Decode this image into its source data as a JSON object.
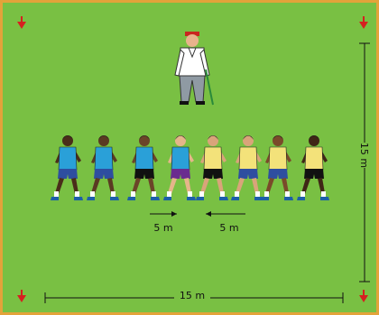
{
  "field": {
    "background_color": "#79c043",
    "border_color": "#e3a33a"
  },
  "dimensions": {
    "width_label": "15 m",
    "height_label": "15 m",
    "left_gap_label": "5 m",
    "right_gap_label": "5 m"
  },
  "icons": {
    "cone": "cone-icon",
    "coach": "coach-figure",
    "player": "player-figure"
  },
  "players": [
    {
      "shirt": "#2aa0d8",
      "shorts": "#2e4ea0",
      "skin": "#4a2d1a",
      "hair": "#1a1a1a"
    },
    {
      "shirt": "#2aa0d8",
      "shorts": "#2e4ea0",
      "skin": "#5a3a22",
      "hair": "#1a1a1a"
    },
    {
      "shirt": "#2aa0d8",
      "shorts": "#111111",
      "skin": "#6b4428",
      "hair": "#1a1a1a"
    },
    {
      "shirt": "#2aa0d8",
      "shorts": "#6a2c8f",
      "skin": "#e5b58a",
      "hair": "#1a1a1a"
    },
    {
      "shirt": "#f3e27a",
      "shorts": "#111111",
      "skin": "#d9a47a",
      "hair": "#1a1a1a"
    },
    {
      "shirt": "#f3e27a",
      "shorts": "#2e4ea0",
      "skin": "#d9a47a",
      "hair": "#1a1a1a"
    },
    {
      "shirt": "#f3e27a",
      "shorts": "#2e4ea0",
      "skin": "#7a4a2a",
      "hair": "#1a1a1a"
    },
    {
      "shirt": "#f3e27a",
      "shorts": "#111111",
      "skin": "#3f2616",
      "hair": "#1a1a1a"
    }
  ]
}
